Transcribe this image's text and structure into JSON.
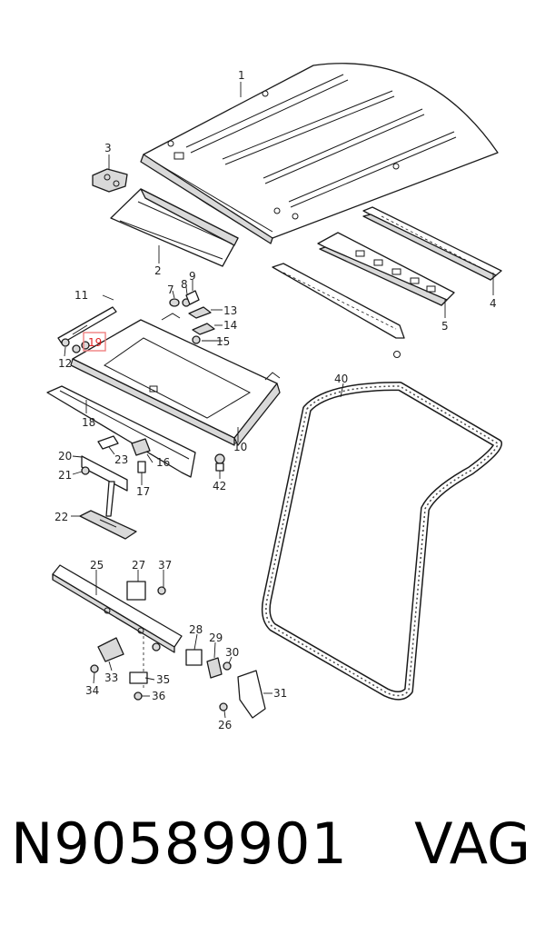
{
  "diagram": {
    "callouts": [
      "1",
      "2",
      "3",
      "4",
      "5",
      "7",
      "8",
      "9",
      "10",
      "11",
      "12",
      "13",
      "14",
      "15",
      "16",
      "17",
      "18",
      "19",
      "20",
      "21",
      "22",
      "23",
      "25",
      "26",
      "27",
      "28",
      "29",
      "30",
      "31",
      "33",
      "34",
      "35",
      "36",
      "37",
      "40",
      "42"
    ],
    "highlighted_callout": "19",
    "colors": {
      "line": "#1a1a1a",
      "highlight_box": "#f08080",
      "highlight_text": "#e02020"
    }
  },
  "footer": {
    "part_number": "N90589901",
    "brand": "VAG"
  }
}
